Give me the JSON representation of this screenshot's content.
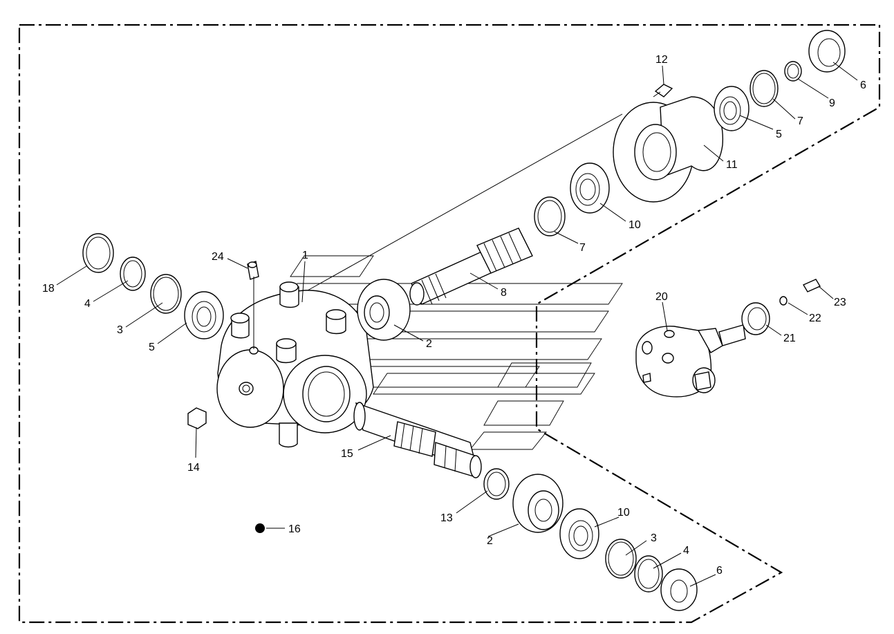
{
  "callouts": [
    {
      "id": "c1",
      "text": "1"
    },
    {
      "id": "c2a",
      "text": "2"
    },
    {
      "id": "c2b",
      "text": "2"
    },
    {
      "id": "c3a",
      "text": "3"
    },
    {
      "id": "c3b",
      "text": "3"
    },
    {
      "id": "c4a",
      "text": "4"
    },
    {
      "id": "c4b",
      "text": "4"
    },
    {
      "id": "c5a",
      "text": "5"
    },
    {
      "id": "c5b",
      "text": "5"
    },
    {
      "id": "c6a",
      "text": "6"
    },
    {
      "id": "c6b",
      "text": "6"
    },
    {
      "id": "c7a",
      "text": "7"
    },
    {
      "id": "c7b",
      "text": "7"
    },
    {
      "id": "c8",
      "text": "8"
    },
    {
      "id": "c9",
      "text": "9"
    },
    {
      "id": "c10a",
      "text": "10"
    },
    {
      "id": "c10b",
      "text": "10"
    },
    {
      "id": "c11",
      "text": "11"
    },
    {
      "id": "c12",
      "text": "12"
    },
    {
      "id": "c13",
      "text": "13"
    },
    {
      "id": "c14",
      "text": "14"
    },
    {
      "id": "c15",
      "text": "15"
    },
    {
      "id": "c16",
      "text": "16"
    },
    {
      "id": "c18",
      "text": "18"
    },
    {
      "id": "c20",
      "text": "20"
    },
    {
      "id": "c21",
      "text": "21"
    },
    {
      "id": "c22",
      "text": "22"
    },
    {
      "id": "c23",
      "text": "23"
    },
    {
      "id": "c24",
      "text": "24"
    }
  ]
}
